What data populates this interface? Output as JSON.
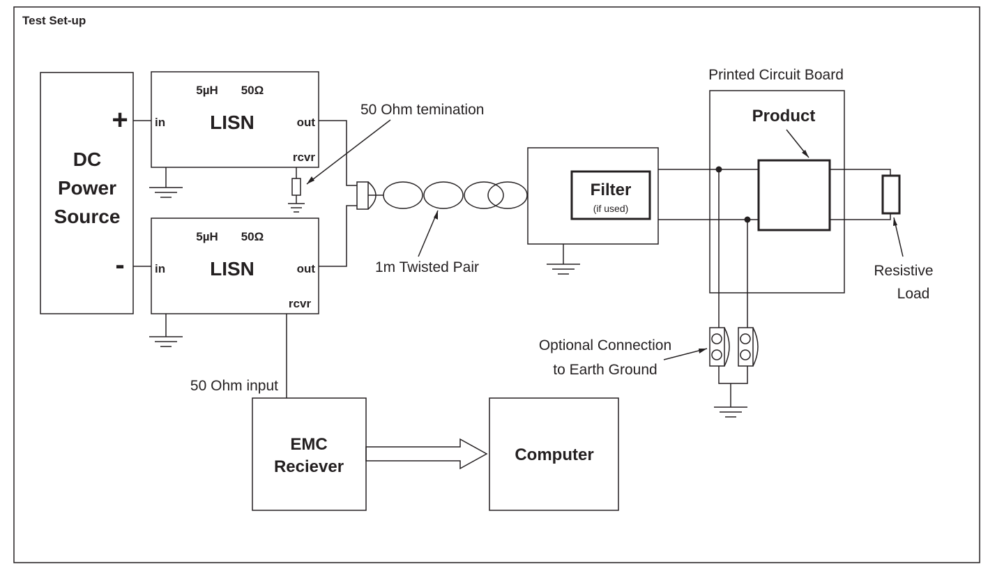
{
  "title": "Test Set-up",
  "dc_source": {
    "lines": [
      "DC",
      "Power",
      "Source"
    ],
    "plus": "+",
    "minus": "-"
  },
  "lisn_top": {
    "inductance": "5µH",
    "impedance": "50Ω",
    "name": "LISN",
    "in": "in",
    "out": "out",
    "rcvr": "rcvr"
  },
  "lisn_bottom": {
    "inductance": "5µH",
    "impedance": "50Ω",
    "name": "LISN",
    "in": "in",
    "out": "out",
    "rcvr": "rcvr"
  },
  "termination_label": "50 Ohm temination",
  "twisted_pair_label": "1m Twisted Pair",
  "filter": {
    "name": "Filter",
    "note": "(if used)"
  },
  "pcb_label": "Printed Circuit Board",
  "product_label": "Product",
  "load_label": [
    "Resistive",
    "Load"
  ],
  "earth_label": [
    "Optional Connection",
    "to Earth Ground"
  ],
  "input_label": "50 Ohm input",
  "receiver": [
    "EMC",
    "Reciever"
  ],
  "computer": "Computer",
  "colors": {
    "ink": "#231f20",
    "background": "#ffffff"
  }
}
